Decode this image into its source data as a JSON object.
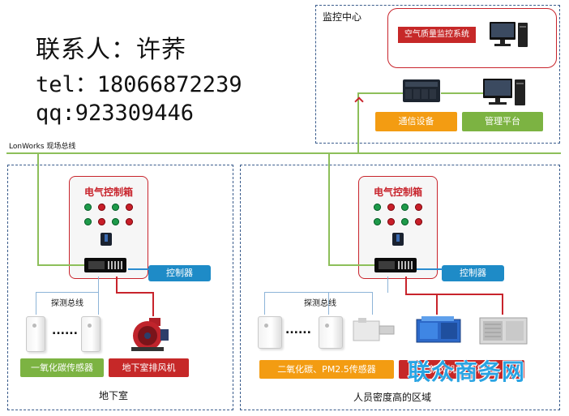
{
  "contact": {
    "name": "联系人：许荞",
    "tel": "tel：18066872239",
    "qq": "qq:923309446"
  },
  "monitor_center": {
    "title": "监控中心",
    "system_label": "空气质量监控系统",
    "comm_label": "通信设备",
    "platform_label": "管理平台"
  },
  "bus": {
    "label": "LonWorks 现场总线"
  },
  "left_zone": {
    "panel_title": "电气控制箱",
    "controller_label": "控制器",
    "probe_bus": "探测总线",
    "ellipsis": "......",
    "sensor_label": "一氧化碳传感器",
    "fan_label": "地下室排风机",
    "zone_title": "地下室"
  },
  "right_zone": {
    "panel_title": "电气控制箱",
    "controller_label": "控制器",
    "probe_bus": "探测总线",
    "ellipsis": "......",
    "sensor_label": "二氧化碳、PM2.5传感器",
    "unit_label": "新风机/空调机组",
    "zone_title": "人员密度高的区域"
  },
  "watermark": "联众商务网",
  "colors": {
    "panel_border": "#c8242c",
    "bus_line": "#8dbf5a",
    "controller_btn": "#1e8bc7",
    "orange_btn": "#f39c12",
    "green_btn": "#7cb342",
    "red_btn": "#c62828",
    "zone_border": "#3a5c8c"
  },
  "icons": [
    "computer-icon",
    "plc-icon",
    "controller-icon",
    "sensor-icon",
    "fan-icon",
    "ahu-icon",
    "indicator-light-icon",
    "switch-knob-icon"
  ]
}
